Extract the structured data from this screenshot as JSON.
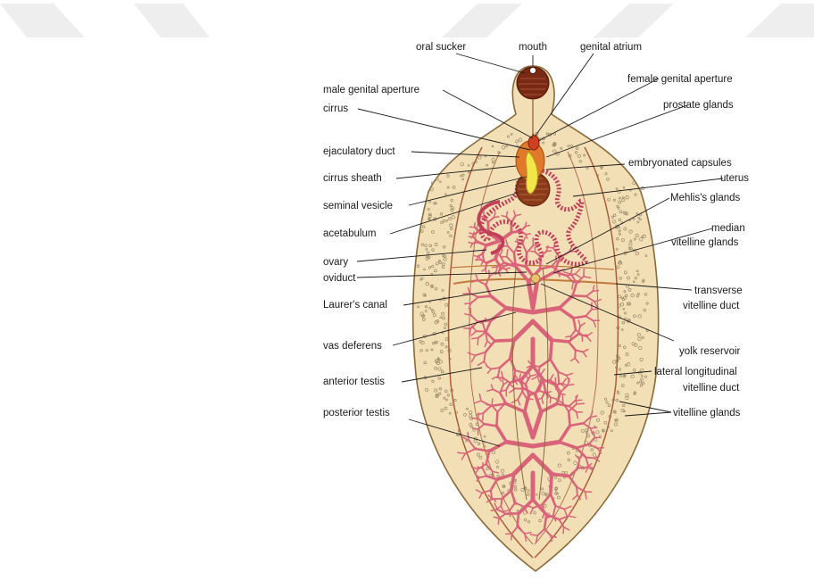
{
  "diagram": {
    "colors": {
      "background": "#ffffff",
      "body_fill": "#f3dfb6",
      "body_outline": "#8a6a3a",
      "testis": "#d9647a",
      "sucker": "#7a2a14",
      "vitelline_dots": "#9a8a6a",
      "banner": "#eeeeee"
    },
    "labels": {
      "oral_sucker": "oral sucker",
      "mouth": "mouth",
      "genital_atrium": "genital atrium",
      "male_genital_aperture": "male genital aperture",
      "female_genital_aperture": "female genital aperture",
      "cirrus": "cirrus",
      "prostate_glands": "prostate glands",
      "ejaculatory_duct": "ejaculatory duct",
      "embryonated_capsules": "embryonated capsules",
      "cirrus_sheath": "cirrus sheath",
      "uterus": "uterus",
      "seminal_vesicle": "seminal vesicle",
      "mehliss_glands": "Mehlis's glands",
      "acetabulum": "acetabulum",
      "median": "median",
      "vitelline_glands_1": "vitelline glands",
      "ovary": "ovary",
      "oviduct": "oviduct",
      "transverse": "transverse",
      "vitelline_duct_1": "vitelline duct",
      "laurers_canal": "Laurer's canal",
      "vas_deferens": "vas deferens",
      "yolk_reservoir": "yolk reservoir",
      "anterior_testis": "anterior testis",
      "lateral_longitudinal": "lateral longitudinal",
      "vitelline_duct_2": "vitelline duct",
      "posterior_testis": "posterior testis",
      "vitelline_glands_2": "vitelline glands"
    }
  }
}
